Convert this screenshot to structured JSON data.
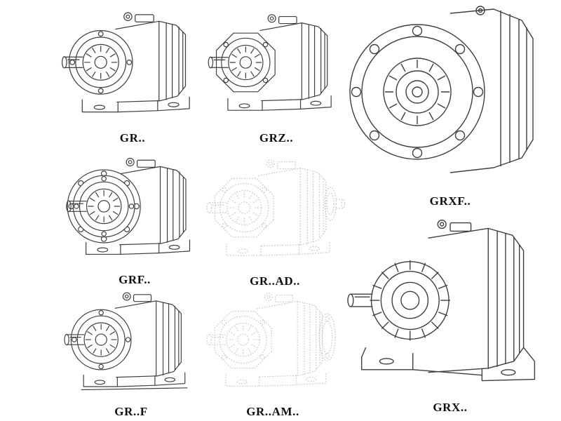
{
  "page": {
    "background_color": "#ffffff",
    "line_color": "#3e3e40",
    "faded_line_color": "#c9c9cd",
    "label_color": "#0f0f0f"
  },
  "models": [
    {
      "id": "gr",
      "label": "GR..",
      "style": "solid"
    },
    {
      "id": "grz",
      "label": "GRZ..",
      "style": "solid"
    },
    {
      "id": "grxf",
      "label": "GRXF..",
      "style": "solid"
    },
    {
      "id": "grf",
      "label": "GRF..",
      "style": "solid"
    },
    {
      "id": "gr-ad",
      "label": "GR..AD..",
      "style": "faded"
    },
    {
      "id": "gr-f",
      "label": "GR..F",
      "style": "solid"
    },
    {
      "id": "gr-am",
      "label": "GR..AM..",
      "style": "faded"
    },
    {
      "id": "grx",
      "label": "GRX..",
      "style": "solid"
    }
  ]
}
